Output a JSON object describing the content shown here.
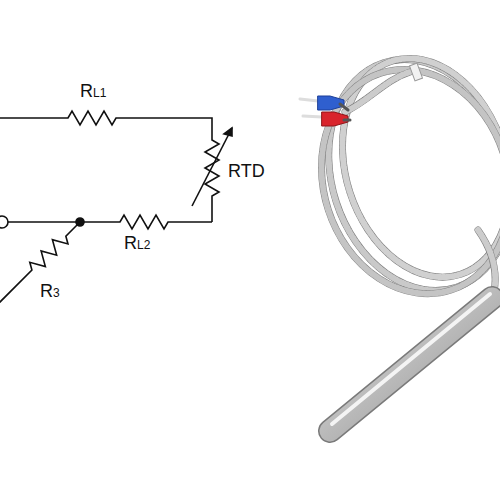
{
  "diagram": {
    "labels": [
      "RL1",
      "RTD",
      "RL2",
      "R3"
    ]
  }
}
